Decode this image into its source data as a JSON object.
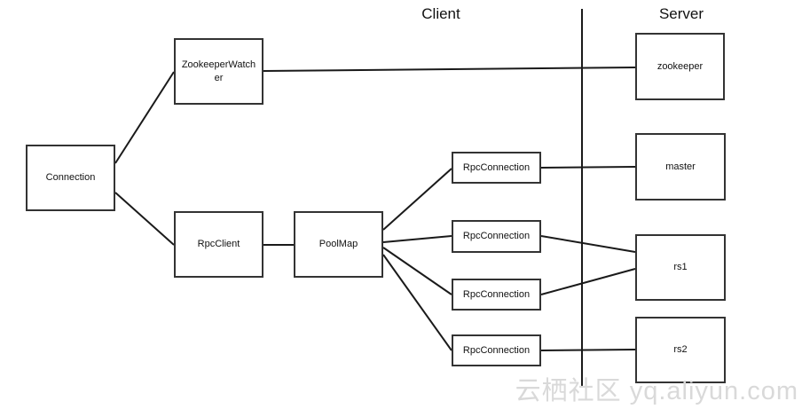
{
  "sections": {
    "client": "Client",
    "server": "Server"
  },
  "nodes": {
    "connection": "Connection",
    "zookeeper_watcher": "ZookeeperWatcher",
    "rpc_client": "RpcClient",
    "pool_map": "PoolMap",
    "rpc_connection_1": "RpcConnection",
    "rpc_connection_2": "RpcConnection",
    "rpc_connection_3": "RpcConnection",
    "rpc_connection_4": "RpcConnection",
    "zookeeper": "zookeeper",
    "master": "master",
    "rs1": "rs1",
    "rs2": "rs2"
  },
  "edges": [
    {
      "from": "connection",
      "to": "zookeeper_watcher"
    },
    {
      "from": "connection",
      "to": "rpc_client"
    },
    {
      "from": "zookeeper_watcher",
      "to": "zookeeper"
    },
    {
      "from": "rpc_client",
      "to": "pool_map"
    },
    {
      "from": "pool_map",
      "to": "rpc_connection_1"
    },
    {
      "from": "pool_map",
      "to": "rpc_connection_2"
    },
    {
      "from": "pool_map",
      "to": "rpc_connection_3"
    },
    {
      "from": "pool_map",
      "to": "rpc_connection_4"
    },
    {
      "from": "rpc_connection_1",
      "to": "master"
    },
    {
      "from": "rpc_connection_2",
      "to": "rs1"
    },
    {
      "from": "rpc_connection_3",
      "to": "rs1"
    },
    {
      "from": "rpc_connection_4",
      "to": "rs2"
    }
  ],
  "watermark": "云栖社区 yq.aliyun.com",
  "colors": {
    "background": "#ffffff",
    "node_border": "#333333",
    "edge_line": "#1a1a1a",
    "text": "#111111",
    "watermark": "#d9d9d9"
  }
}
